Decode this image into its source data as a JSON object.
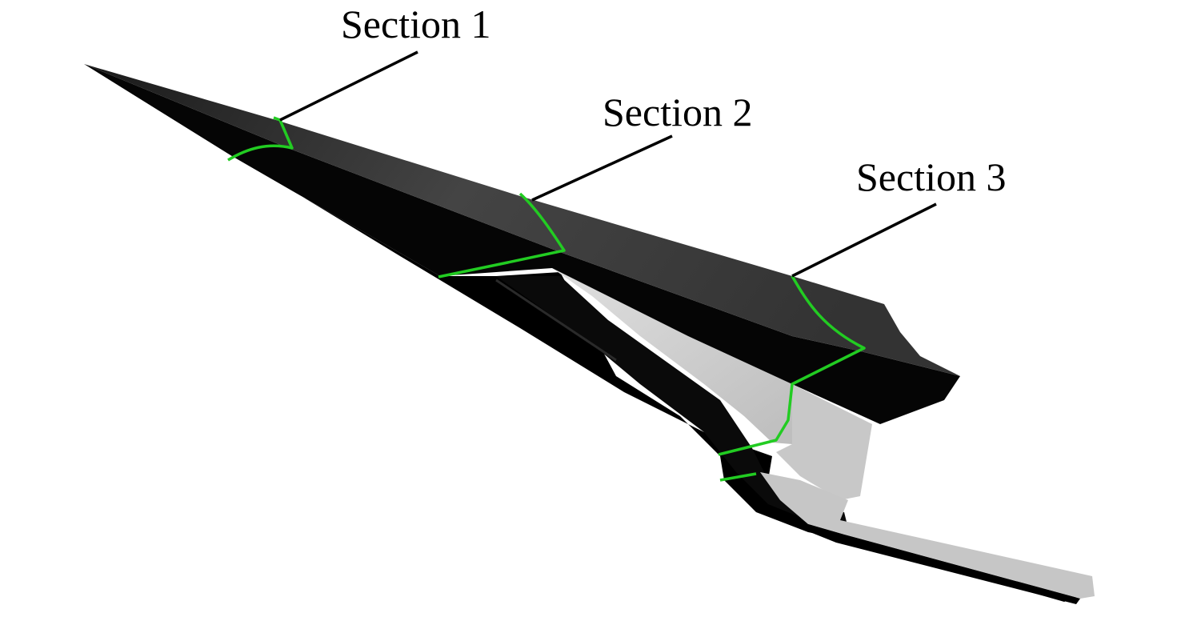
{
  "labels": {
    "section_1": "Section 1",
    "section_2": "Section 2",
    "section_3": "Section 3"
  },
  "colors": {
    "background": "#ffffff",
    "body_dark": "#000000",
    "body_top": "#3a3a3a",
    "inlet_gray": "#c4c4c4",
    "section_line": "#22cc22",
    "leader_line": "#000000",
    "label_text": "#000000"
  }
}
